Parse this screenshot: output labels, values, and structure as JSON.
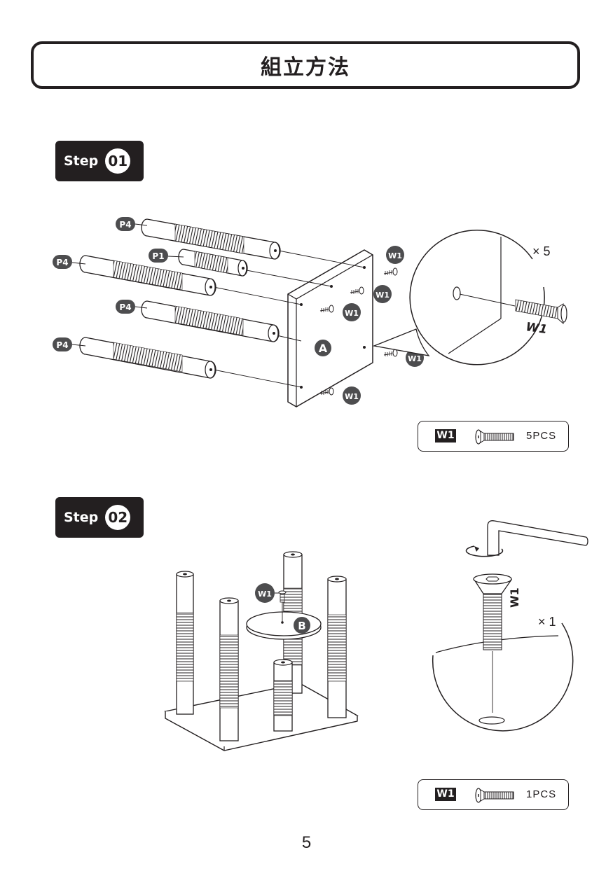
{
  "title": "組立方法",
  "page_number": "5",
  "step1": {
    "badge_label": "Step",
    "badge_number": "01",
    "panel_label": "A",
    "pole_labels": [
      "P4",
      "P1",
      "P4",
      "P4",
      "P4"
    ],
    "screw_labels": [
      "W1",
      "W1",
      "W1",
      "W1",
      "W1"
    ],
    "detail_multiplier": "× 5",
    "detail_screw_label": "W1",
    "parts": {
      "tag": "W1",
      "qty": "5PCS"
    }
  },
  "step2": {
    "badge_label": "Step",
    "badge_number": "02",
    "platform_label": "B",
    "screw_label": "W1",
    "detail_multiplier": "× 1",
    "detail_screw_label": "W1",
    "parts": {
      "tag": "W1",
      "qty": "1PCS"
    }
  }
}
